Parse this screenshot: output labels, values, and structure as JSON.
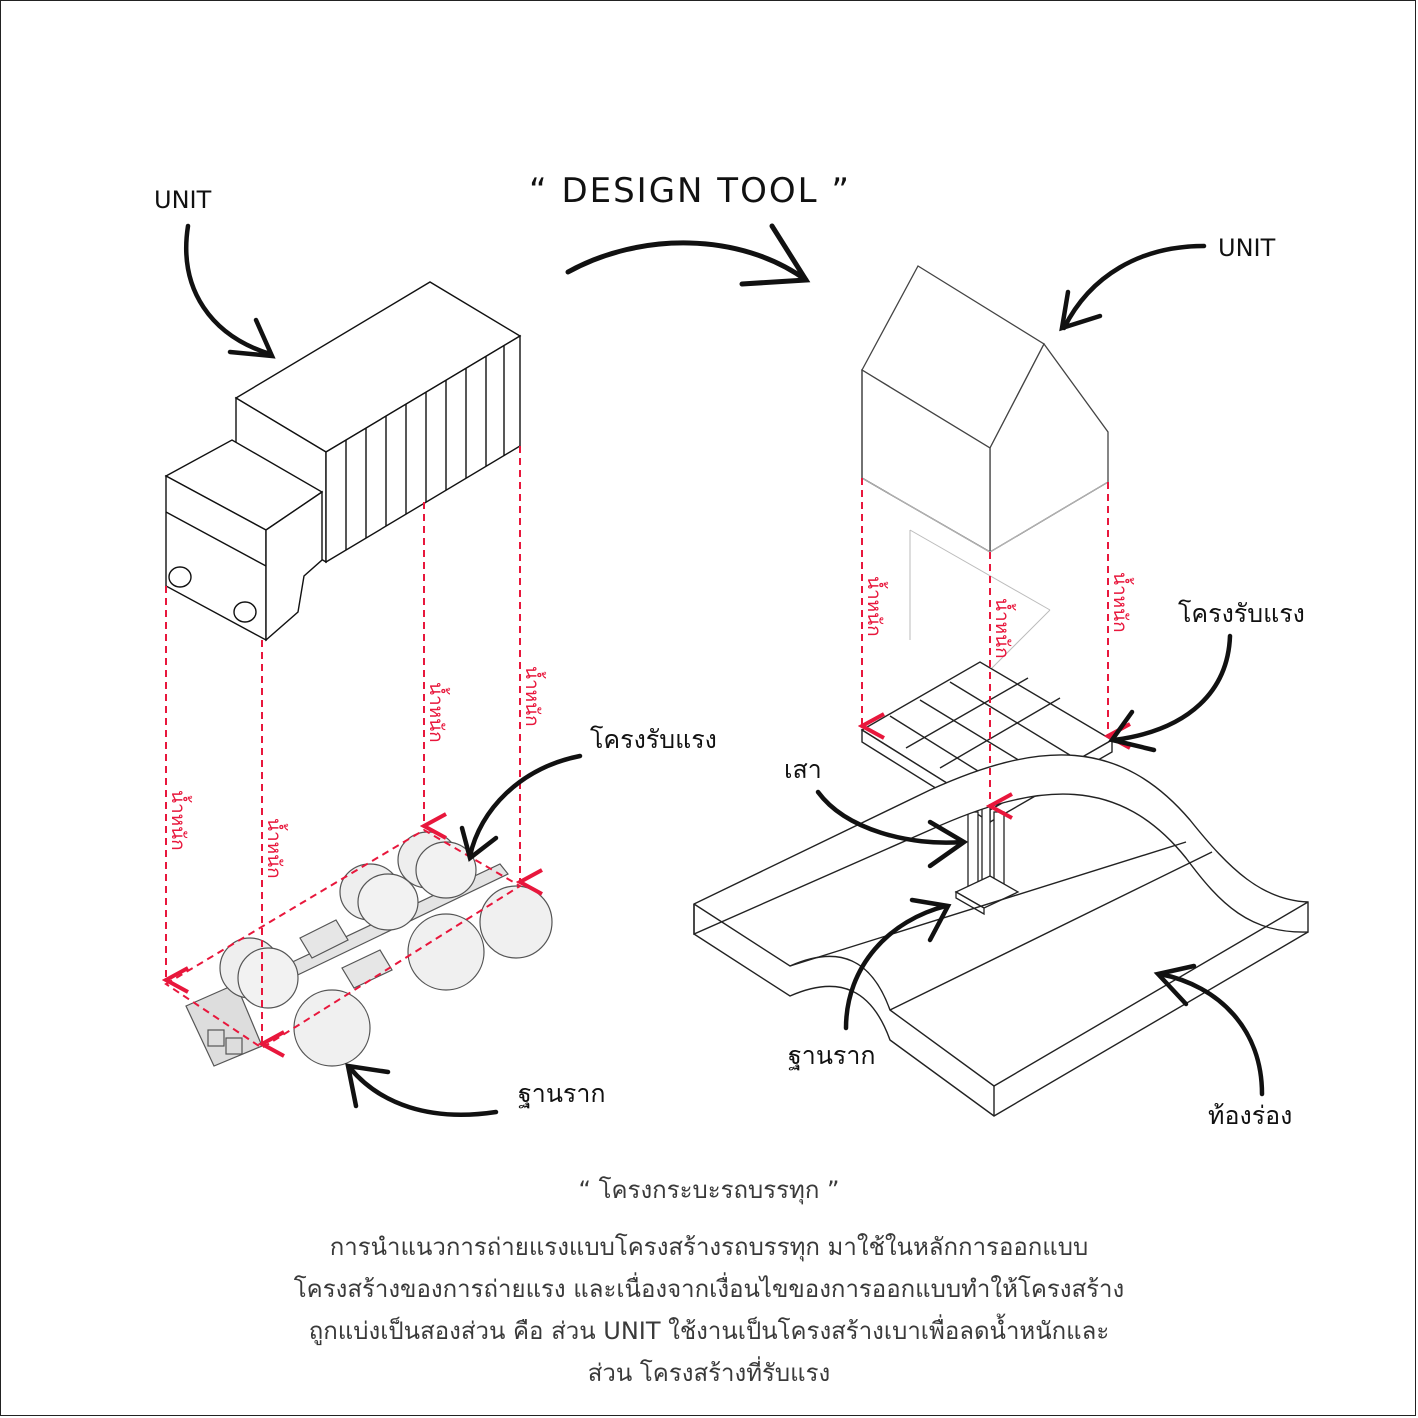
{
  "title": "“ DESIGN TOOL ”",
  "left": {
    "unit_label": "UNIT",
    "frame_label": "โครงรับแรง",
    "foundation_label": "ฐานราก",
    "load_label": "น้ำหนัก"
  },
  "right": {
    "unit_label": "UNIT",
    "frame_label": "โครงรับแรง",
    "column_label": "เสา",
    "foundation_label": "ฐานราก",
    "canal_label": "ท้องร่อง",
    "load_label": "น้ำหนัก"
  },
  "caption": {
    "title": "“ โครงกระบะรถบรรทุก ”",
    "lines": [
      "การนำแนวการถ่ายแรงแบบโครงสร้างรถบรรทุก มาใช้ในหลักการออกแบบ",
      "โครงสร้างของการถ่ายแรง และเนื่องจากเงื่อนไขของการออกแบบทำให้โครงสร้าง",
      "ถูกแบ่งเป็นสองส่วน คือ ส่วน UNIT ใช้งานเป็นโครงสร้างเบาเพื่อลดน้ำหนักและ",
      "ส่วน โครงสร้างที่รับแรง"
    ]
  },
  "colors": {
    "load_arrow": "#e8173c",
    "line": "#111111",
    "caption_text": "#3a3a3a"
  }
}
